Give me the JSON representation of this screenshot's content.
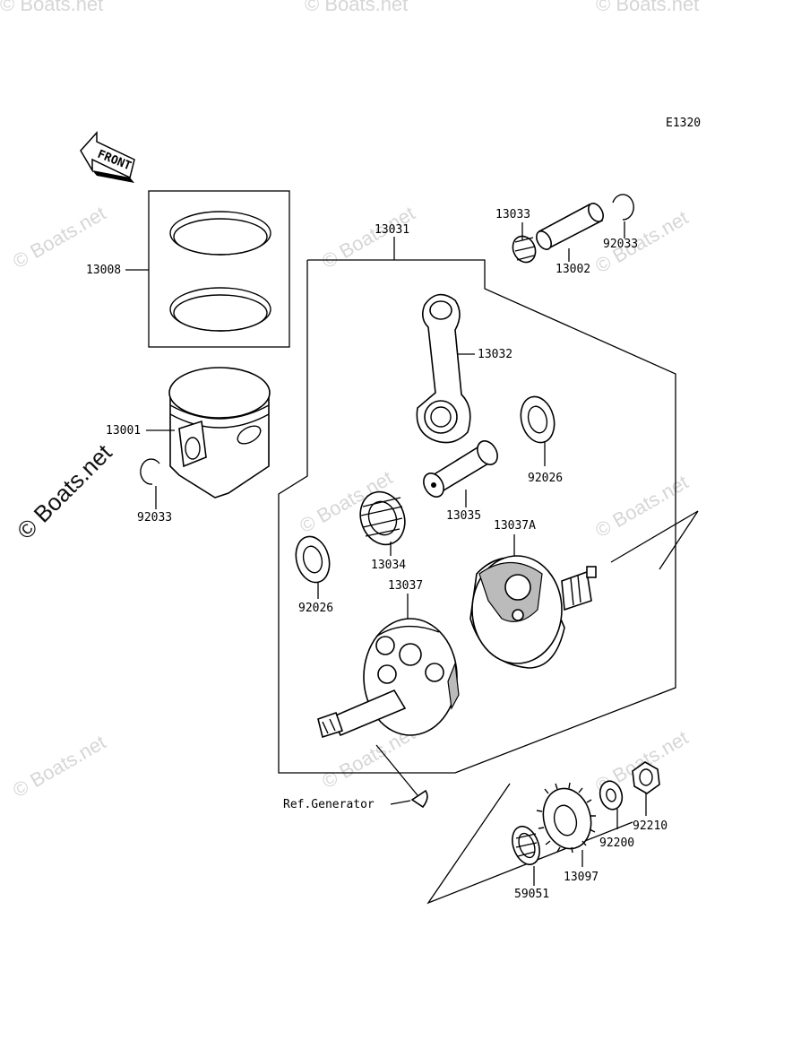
{
  "diagram_code": "E1320",
  "front_label": "FRONT",
  "watermark": "© Boats.net",
  "reference_label": "Ref.Generator",
  "parts": [
    {
      "id": "p13008",
      "number": "13008"
    },
    {
      "id": "p13001",
      "number": "13001"
    },
    {
      "id": "p92033a",
      "number": "92033"
    },
    {
      "id": "p13031",
      "number": "13031"
    },
    {
      "id": "p13033",
      "number": "13033"
    },
    {
      "id": "p13002",
      "number": "13002"
    },
    {
      "id": "p92033b",
      "number": "92033"
    },
    {
      "id": "p13032",
      "number": "13032"
    },
    {
      "id": "p92026a",
      "number": "92026"
    },
    {
      "id": "p13035",
      "number": "13035"
    },
    {
      "id": "p13034",
      "number": "13034"
    },
    {
      "id": "p13037A",
      "number": "13037A"
    },
    {
      "id": "p92026b",
      "number": "92026"
    },
    {
      "id": "p13037",
      "number": "13037"
    },
    {
      "id": "p92210",
      "number": "92210"
    },
    {
      "id": "p92200",
      "number": "92200"
    },
    {
      "id": "p13097",
      "number": "13097"
    },
    {
      "id": "p59051",
      "number": "59051"
    }
  ]
}
